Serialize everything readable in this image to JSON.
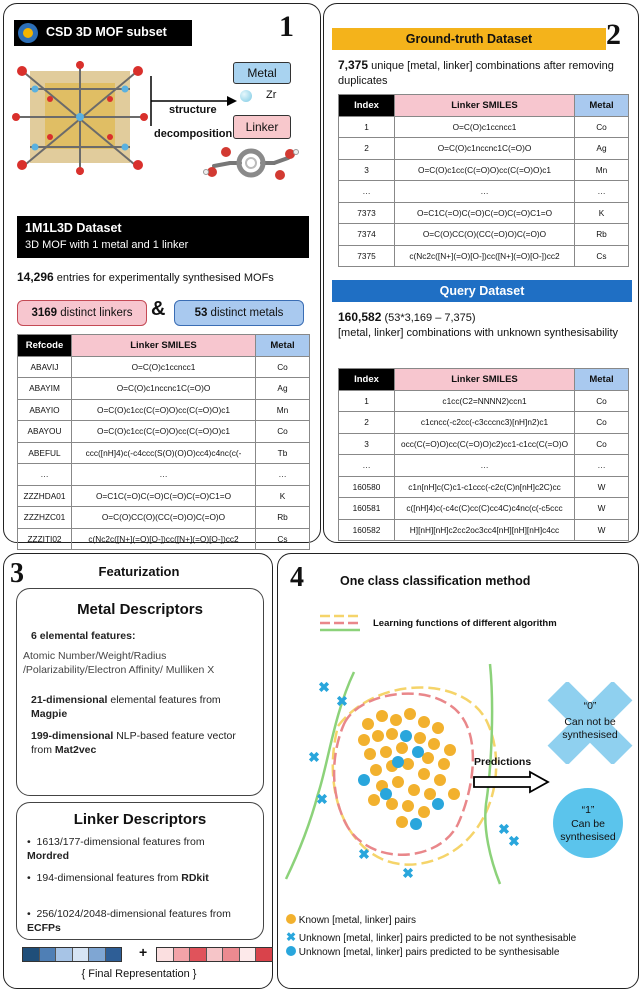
{
  "panel1": {
    "number": "1",
    "title": "CSD 3D MOF subset",
    "metal_label": "Metal",
    "zr_label": "Zr",
    "linker_label": "Linker",
    "arrow_label_1": "structure",
    "arrow_label_2": "decomposition",
    "dataset_title": "1M1L3D Dataset",
    "dataset_sub": "3D MOF with 1 metal and 1 linker",
    "entries_count": "14,296",
    "entries_text": " entries for experimentally synthesised MOFs",
    "linkers_count": "3169",
    "linkers_text": " distinct linkers",
    "amp": "&",
    "metals_count": "53",
    "metals_text": " distinct metals",
    "table": {
      "headers": [
        "Refcode",
        "Linker SMILES",
        "Metal"
      ],
      "rows": [
        [
          "ABAVIJ",
          "O=C(O)c1ccncc1",
          "Co"
        ],
        [
          "ABAYIM",
          "O=C(O)c1nccnc1C(=O)O",
          "Ag"
        ],
        [
          "ABAYIO",
          "O=C(O)c1cc(C(=O)O)cc(C(=O)O)c1",
          "Mn"
        ],
        [
          "ABAYOU",
          "O=C(O)c1cc(C(=O)O)cc(C(=O)O)c1",
          "Co"
        ],
        [
          "ABEFUL",
          "ccc([nH]4)c(-c4ccc(S(O)(O)O)cc4)c4nc(c(-",
          "Tb"
        ],
        [
          "…",
          "…",
          "…"
        ],
        [
          "ZZZHDA01",
          "O=C1C(=O)C(=O)C(=O)C(=O)C1=O",
          "K"
        ],
        [
          "ZZZHZC01",
          "O=C(O)CC(O)(CC(=O)O)C(=O)O",
          "Rb"
        ],
        [
          "ZZZITI02",
          "c(Nc2c([N+](=O)[O-])cc([N+](=O)[O-])cc2",
          "Cs"
        ]
      ]
    }
  },
  "panel2": {
    "number": "2",
    "gt_title": "Ground-truth Dataset",
    "gt_count": "7,375",
    "gt_text": " unique [metal, linker] combinations after removing duplicates",
    "gt_table": {
      "headers": [
        "Index",
        "Linker SMILES",
        "Metal"
      ],
      "rows": [
        [
          "1",
          "O=C(O)c1ccncc1",
          "Co"
        ],
        [
          "2",
          "O=C(O)c1nccnc1C(=O)O",
          "Ag"
        ],
        [
          "3",
          "O=C(O)c1cc(C(=O)O)cc(C(=O)O)c1",
          "Mn"
        ],
        [
          "…",
          "…",
          "…"
        ],
        [
          "7373",
          "O=C1C(=O)C(=O)C(=O)C(=O)C1=O",
          "K"
        ],
        [
          "7374",
          "O=C(O)CC(O)(CC(=O)O)C(=O)O",
          "Rb"
        ],
        [
          "7375",
          "c(Nc2c([N+](=O)[O-])cc([N+](=O)[O-])cc2",
          "Cs"
        ]
      ]
    },
    "q_title": "Query Dataset",
    "q_count": "160,582",
    "q_formula": " (53*3,169 – 7,375)",
    "q_text": "[metal, linker] combinations with unknown synthesisability",
    "q_table": {
      "headers": [
        "Index",
        "Linker SMILES",
        "Metal"
      ],
      "rows": [
        [
          "1",
          "c1cc(C2=NNNN2)ccn1",
          "Co"
        ],
        [
          "2",
          "c1cncc(-c2cc(-c3cccnc3)[nH]n2)c1",
          "Co"
        ],
        [
          "3",
          "occ(C(=O)O)cc(C(=O)O)c2)cc1-c1cc(C(=O)O",
          "Co"
        ],
        [
          "…",
          "…",
          "…"
        ],
        [
          "160580",
          "c1n[nH]c(C)c1-c1ccc(-c2c(C)n[nH]c2C)cc",
          "W"
        ],
        [
          "160581",
          "c([nH]4)c(-c4c(C)cc(C)cc4C)c4nc(c(-c5ccc",
          "W"
        ],
        [
          "160582",
          "H][nH][nH]c2cc2oc3cc4[nH][nH][nH]c4cc",
          "W"
        ]
      ]
    }
  },
  "panel3": {
    "number": "3",
    "title": "Featurization",
    "metal_title": "Metal Descriptors",
    "metal_items": [
      {
        "bold": "6 elemental features:",
        "text": ""
      },
      {
        "bold": "",
        "text": "Atomic Number/Weight/Radius /Polarizability/Electron Affinity/ Mulliken X"
      },
      {
        "bold": "21-dimensional",
        "text": " elemental features from ",
        "bold2": "Magpie"
      },
      {
        "bold": "199-dimensional",
        "text": " NLP-based feature vector from ",
        "bold2": "Mat2vec"
      }
    ],
    "linker_title": "Linker Descriptors",
    "linker_items": [
      {
        "text": "1613/177-dimensional features from ",
        "bold": "Mordred"
      },
      {
        "text": "194-dimensional features from ",
        "bold": "RDkit"
      },
      {
        "text": "256/1024/2048-dimensional features from ",
        "bold": "ECFPs"
      }
    ],
    "plus": "+",
    "final": "{ Final Representation }",
    "colors": {
      "metal_box": "#b4d3f2",
      "linker_box": "#fad7d9",
      "blue_cells": [
        "#1f4e79",
        "#4f7fb5",
        "#a7c4e6",
        "#d6e4f4",
        "#7fa6d3",
        "#2e5e96"
      ],
      "red_cells": [
        "#fbdfe0",
        "#f3a3a8",
        "#e0535b",
        "#f6c5c8",
        "#ec8a90",
        "#fde9ea",
        "#d9434b"
      ]
    }
  },
  "panel4": {
    "number": "4",
    "title": "One class classification method",
    "legend_lines": "Learning functions of different algorithm",
    "zero_label": "“0”",
    "zero_text": "Can not be synthesised",
    "one_label": "“1”",
    "one_text": "Can be synthesised",
    "predictions": "Predictions",
    "legend": [
      {
        "icon": "orange-dot",
        "text": "Known [metal, linker] pairs"
      },
      {
        "icon": "blue-cross",
        "text": "Unknown [metal, linker] pairs predicted to be not synthesisable"
      },
      {
        "icon": "blue-dot",
        "text": "Unknown [metal, linker] pairs predicted to be synthesisable"
      }
    ],
    "colors": {
      "orange": "#f2b12e",
      "blue": "#29a6dc",
      "light_blue": "#8fd0ef"
    }
  }
}
